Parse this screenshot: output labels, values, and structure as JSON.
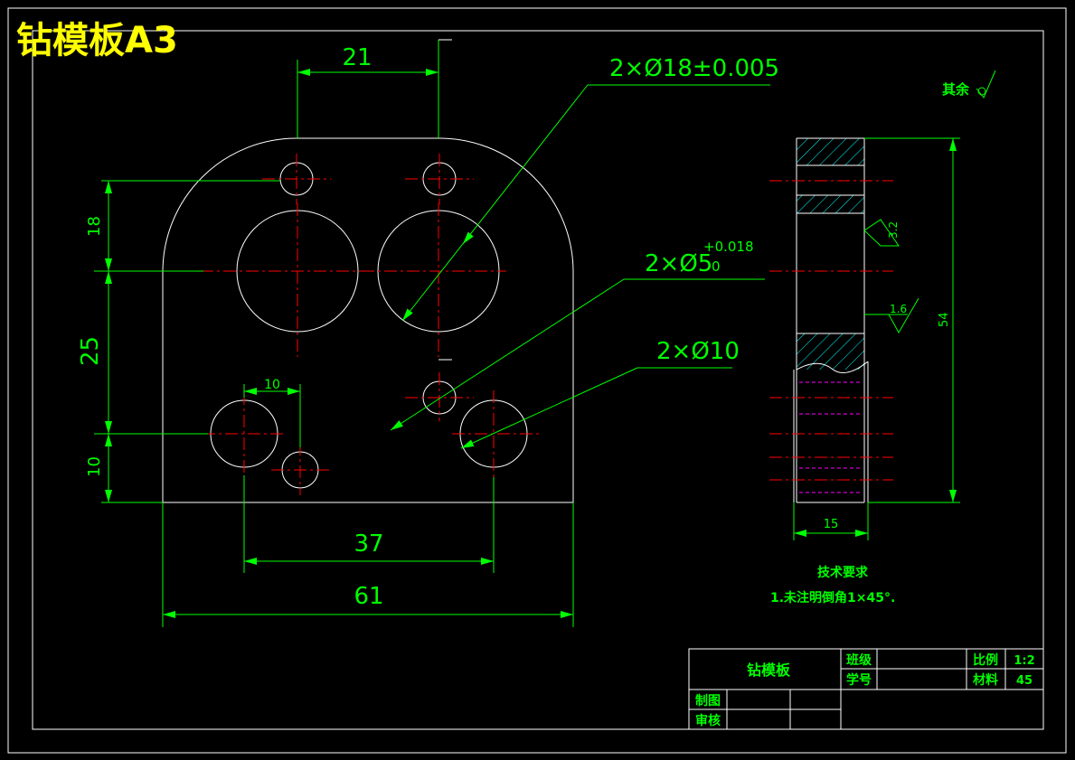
{
  "title": "钻模板A3",
  "dimensions": {
    "d21": "21",
    "d18": "18",
    "d25": "25",
    "d10v": "10",
    "d10h": "10",
    "d37": "37",
    "d61": "61",
    "d54": "54",
    "d15": "15"
  },
  "callouts": {
    "hole18": "2×Ø18±0.005",
    "hole5": "2×Ø5",
    "hole5_tol_upper": "+0.018",
    "hole5_tol_lower": "0",
    "hole10": "2×Ø10"
  },
  "surface": {
    "rest_label": "其余",
    "ra_32": "3.2",
    "ra_16": "1.6"
  },
  "tech_requirements": {
    "heading": "技术要求",
    "item1": "1.未注明倒角1×45°."
  },
  "title_block": {
    "part_name": "钻模板",
    "class_label": "班级",
    "student_no_label": "学号",
    "scale_label": "比例",
    "scale_value": "1:2",
    "material_label": "材料",
    "material_value": "45",
    "drawn_label": "制图",
    "review_label": "审核"
  },
  "colors": {
    "background": "#000000",
    "outline": "#ffffff",
    "dimension": "#00ff00",
    "centerline": "#ff0000",
    "title": "#ffff00",
    "hatch": "#00ffff",
    "hidden": "#ff00ff"
  }
}
